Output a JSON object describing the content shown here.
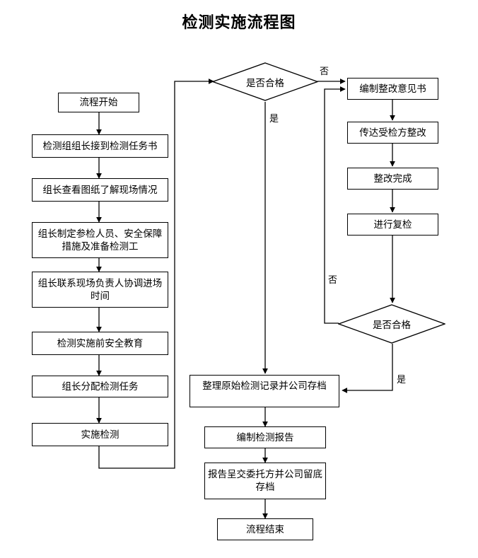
{
  "title": "检测实施流程图",
  "colors": {
    "line": "#000000",
    "box_border": "#000000",
    "background": "#ffffff",
    "text": "#000000"
  },
  "nodes": {
    "start": {
      "label": "流程开始",
      "shape": "rect"
    },
    "receive_task": {
      "label": "检测组组长接到检测任务书",
      "shape": "rect"
    },
    "review_drawings": {
      "label": "组长查看图纸了解现场情况",
      "shape": "rect"
    },
    "plan_personnel": {
      "label": "组长制定参检人员、安全保障措施及准备检测工",
      "shape": "rect"
    },
    "coordinate_entry": {
      "label": "组长联系现场负责人协调进场时间",
      "shape": "rect"
    },
    "safety_education": {
      "label": "检测实施前安全教育",
      "shape": "rect"
    },
    "assign_tasks": {
      "label": "组长分配检测任务",
      "shape": "rect"
    },
    "perform_inspection": {
      "label": "实施检测",
      "shape": "rect"
    },
    "decision_top": {
      "label": "是否合格",
      "shape": "diamond"
    },
    "write_rectification": {
      "label": "编制整改意见书",
      "shape": "rect"
    },
    "notify_party": {
      "label": "传达受检方整改",
      "shape": "rect"
    },
    "rectification_done": {
      "label": "整改完成",
      "shape": "rect"
    },
    "reinspect": {
      "label": "进行复检",
      "shape": "rect"
    },
    "decision_bottom": {
      "label": "是否合格",
      "shape": "diamond"
    },
    "archive_records": {
      "label": "整理原始检测记录并公司存档",
      "shape": "rect"
    },
    "write_report": {
      "label": "编制检测报告",
      "shape": "rect"
    },
    "submit_report": {
      "label": "报告呈交委托方并公司留底存档",
      "shape": "rect"
    },
    "end": {
      "label": "流程结束",
      "shape": "rect"
    }
  },
  "edge_labels": {
    "top_no": "否",
    "top_yes": "是",
    "bottom_no": "否",
    "bottom_yes": "是"
  }
}
